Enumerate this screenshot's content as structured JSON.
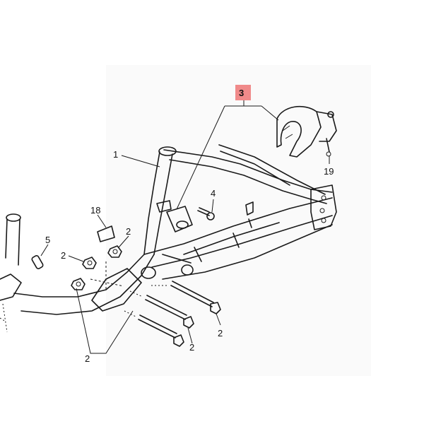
{
  "diagram": {
    "callouts": {
      "c1": "1",
      "c2a": "2",
      "c2b": "2",
      "c2c": "2",
      "c2d": "2",
      "c2e": "2",
      "c3": "3",
      "c4": "4",
      "c5": "5",
      "c18": "18",
      "c19": "19"
    },
    "colors": {
      "line": "#1a1a1a",
      "highlight_box": "#f08a8a",
      "background": "#ffffff"
    }
  }
}
